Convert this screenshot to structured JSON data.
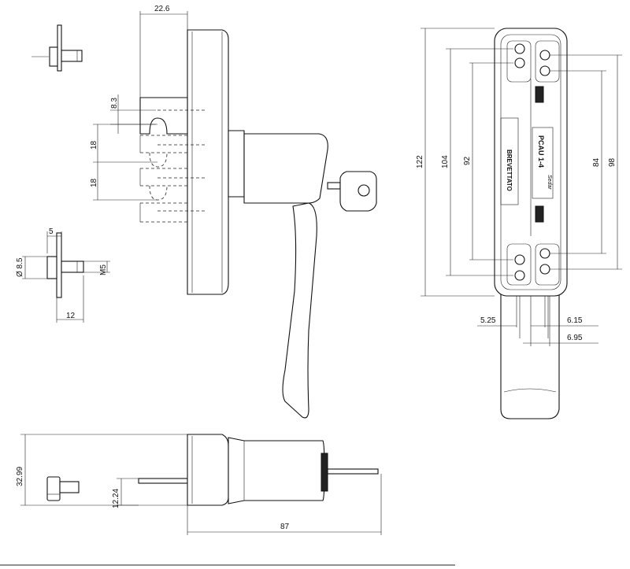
{
  "dimensions": {
    "d_22_6": "22.6",
    "d_8_3": "8.3",
    "d_18_a": "18",
    "d_18_b": "18",
    "d_5": "5",
    "d_diam": "Ø 8.5",
    "d_m5": "M5",
    "d_12": "12",
    "d_122": "122",
    "d_104": "104",
    "d_92": "92",
    "d_84": "84",
    "d_98": "98",
    "d_5_25": "5.25",
    "d_6_15": "6.15",
    "d_6_95": "6.95",
    "d_32_99": "32.99",
    "d_12_24": "12.24",
    "d_87": "87"
  },
  "labels": {
    "brevettato": "BREVETTATO",
    "model": "PCAU 1-4",
    "brand": "Sedar"
  }
}
